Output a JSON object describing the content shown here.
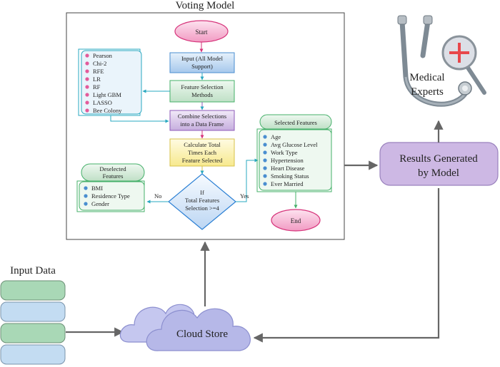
{
  "voting_model_title": "Voting Model",
  "input_data_label": "Input Data",
  "cloud_label": "Cloud Store",
  "results_label": [
    "Results Generated",
    "by Model"
  ],
  "experts_label": [
    "Medical",
    "Experts"
  ],
  "flow": {
    "start": "Start",
    "input": [
      "Input (All Model",
      "Support)"
    ],
    "feature_selection": [
      "Feature Selection",
      "Methods"
    ],
    "combine": [
      "Combine Selections",
      "into a Data Frame"
    ],
    "calculate": [
      "Calculate Total",
      "Times Each",
      "Feature Selected"
    ],
    "decision": [
      "If",
      "Total Features",
      "Selection >=4"
    ],
    "yes": "Yes",
    "no": "No",
    "end": "End"
  },
  "methods": [
    "Pearson",
    "Chi-2",
    "RFE",
    "LR",
    "RF",
    "Light GBM",
    "LASSO",
    "Bee Colony"
  ],
  "selected_title": "Selected Features",
  "selected_features": [
    "Age",
    "Avg Glucose Level",
    "Work Type",
    "Hypertension",
    "Heart Disease",
    "Smoking Status",
    "Ever Married"
  ],
  "deselected_title": [
    "Deselected",
    "Features"
  ],
  "deselected_features": [
    "BMI",
    "Residence Type",
    "Gender"
  ],
  "colors": {
    "pink": "#f4a7c8",
    "blue": "#b9d4f0",
    "green": "#cde7d2",
    "purple": "#cdb8e4",
    "yellow": "#fcf2a8",
    "cloud": "#b6b8e8",
    "arrow": "#666666"
  }
}
